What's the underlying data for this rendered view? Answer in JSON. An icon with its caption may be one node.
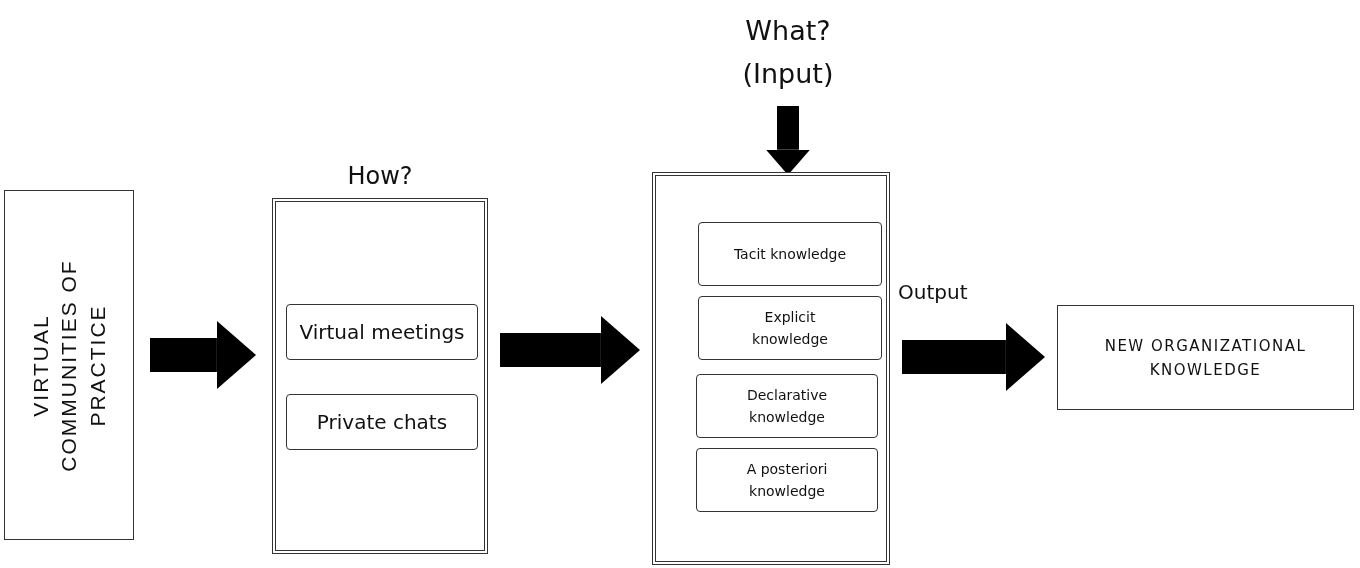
{
  "diagram": {
    "nodes": [
      {
        "text": [
          "VIRTUAL COMMUNITIES OF PRACTICE"
        ]
      },
      {
        "text": [
          "How?"
        ]
      },
      {
        "text": [
          "Virtual meetings"
        ],
        "in": 1
      },
      {
        "text": [
          "Private chats"
        ],
        "in": 1
      },
      {
        "text": [],
        "shape": "box"
      },
      {
        "text": [
          "What? (Input)"
        ]
      },
      {
        "text": [
          "Tacit knowledge"
        ],
        "in": 4
      },
      {
        "text": [
          "Explicit knowledge"
        ],
        "in": 4
      },
      {
        "text": [
          "Declarative knowledge"
        ],
        "in": 4
      },
      {
        "text": [
          "A posteriori knowledge"
        ],
        "in": 4
      },
      {
        "text": [
          "NEW ORGANIZATIONAL KNOWLEDGE"
        ]
      }
    ],
    "edges": [
      {
        "from": 0,
        "to": 1,
        "arrow": "to"
      },
      {
        "from": 1,
        "to": 4,
        "arrow": "to"
      },
      {
        "from": 4,
        "to": 10,
        "label": "Output",
        "arrow": "to"
      },
      {
        "from": 5,
        "to": 4,
        "arrow": "to"
      }
    ]
  }
}
